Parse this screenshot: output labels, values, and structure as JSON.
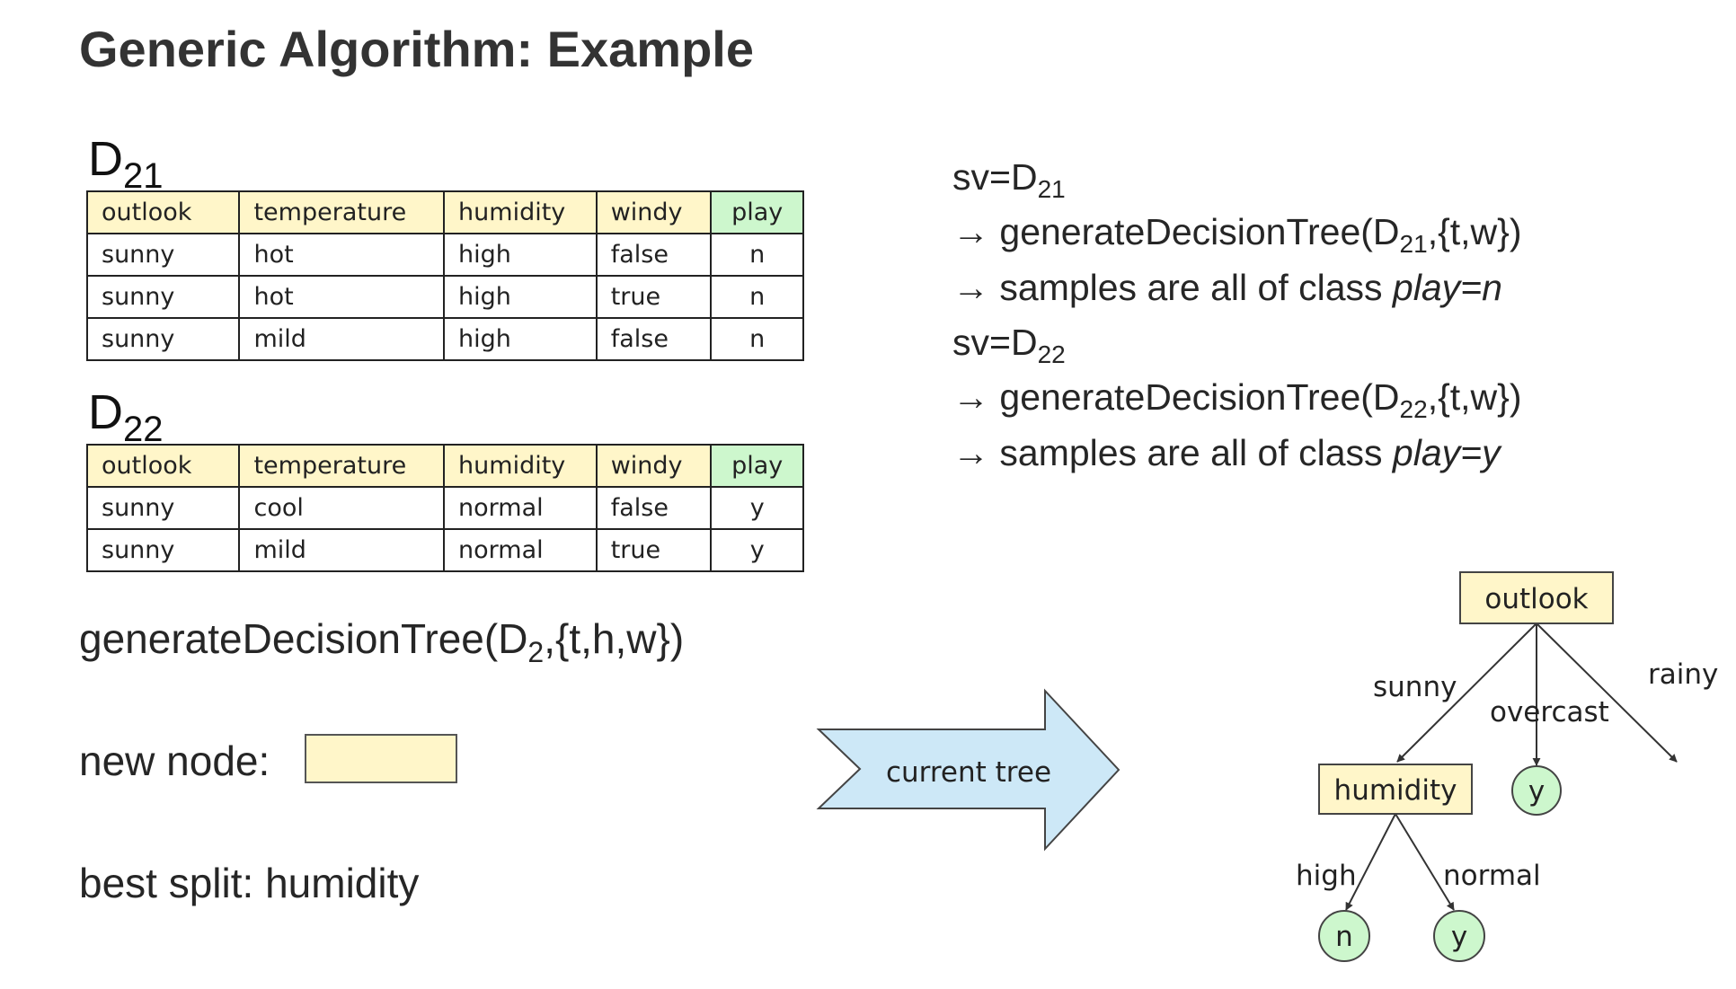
{
  "title": "Generic Algorithm: Example",
  "d21": {
    "label_main": "D",
    "label_sub": "21",
    "columns": [
      "outlook",
      "temperature",
      "humidity",
      "windy",
      "play"
    ],
    "rows": [
      [
        "sunny",
        "hot",
        "high",
        "false",
        "n"
      ],
      [
        "sunny",
        "hot",
        "high",
        "true",
        "n"
      ],
      [
        "sunny",
        "mild",
        "high",
        "false",
        "n"
      ]
    ]
  },
  "d22": {
    "label_main": "D",
    "label_sub": "22",
    "columns": [
      "outlook",
      "temperature",
      "humidity",
      "windy",
      "play"
    ],
    "rows": [
      [
        "sunny",
        "cool",
        "normal",
        "false",
        "y"
      ],
      [
        "sunny",
        "mild",
        "normal",
        "true",
        "y"
      ]
    ]
  },
  "call": {
    "pre": "generateDecisionTree(D",
    "sub": "2",
    "post": ",{t,h,w})"
  },
  "new_node_label": "new node:",
  "best_split": "best split: humidity",
  "steps": {
    "sv1": {
      "pre": "sv=D",
      "sub": "21"
    },
    "gen1": {
      "pre": "→ generateDecisionTree(D",
      "sub": "21",
      "post": ",{t,w})"
    },
    "res1": {
      "pre": "→ samples are all of class ",
      "class": "play=n"
    },
    "sv2": {
      "pre": "sv=D",
      "sub": "22"
    },
    "gen2": {
      "pre": "→ generateDecisionTree(D",
      "sub": "22",
      "post": ",{t,w})"
    },
    "res2": {
      "pre": "→ samples are all of class ",
      "class": "play=y"
    }
  },
  "arrow_label": "current tree",
  "tree": {
    "root": "outlook",
    "humidity": "humidity",
    "leaf_overcast": "y",
    "leaf_high": "n",
    "leaf_normal": "y",
    "edge_sunny": "sunny",
    "edge_overcast": "overcast",
    "edge_rainy": "rainy",
    "edge_high": "high",
    "edge_normal": "normal"
  },
  "colors": {
    "attr_fill": "#fff6c9",
    "class_fill": "#cdf7cd",
    "arrow_fill": "#cde8f7"
  }
}
